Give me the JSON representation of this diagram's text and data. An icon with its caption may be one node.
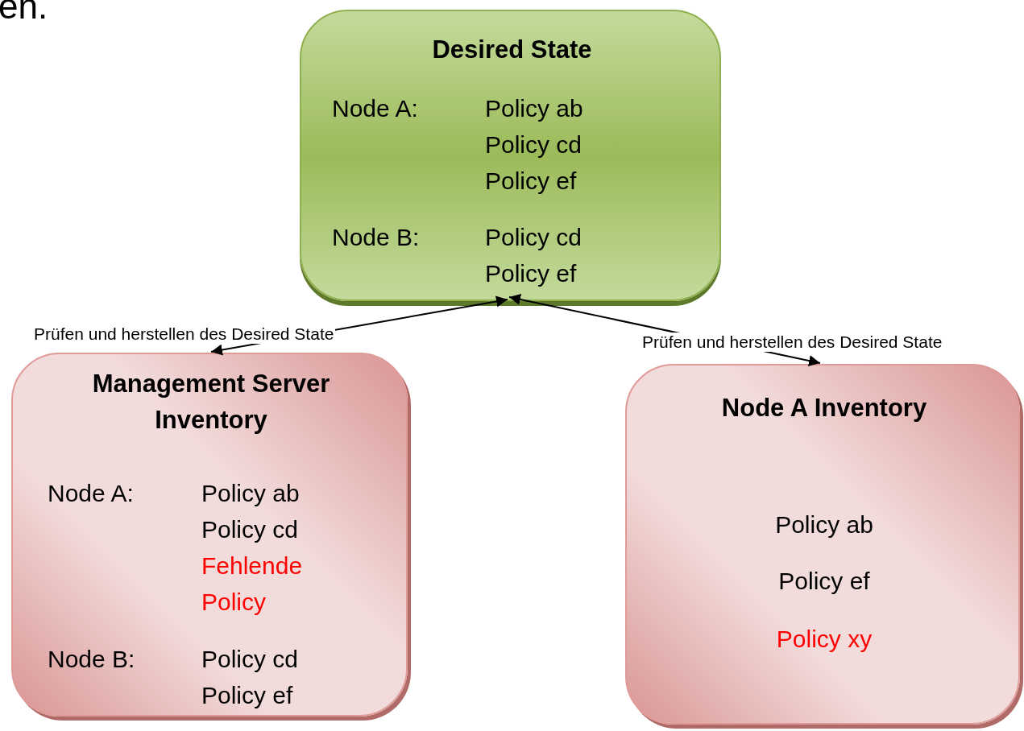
{
  "diagram": {
    "nodes": [
      {
        "text": [
          "Desired State",
          "Node A:",
          "Policy ab Policy cd Policy ef",
          "Node B:",
          "Policy cd Policy ef"
        ]
      },
      {
        "text": [
          "Management Server Inventory",
          "Node A:",
          "Policy ab Policy cd",
          "Fehlende Policy",
          "Node B:",
          "Policy cd Policy ef"
        ]
      },
      {
        "text": [
          "Node A Inventory",
          "Policy ab",
          "Policy ef",
          "Policy xy"
        ]
      }
    ],
    "edges": [
      {
        "from": 0,
        "to": 1,
        "arrow": "both",
        "label": "Prüfen und herstellen des Desired State"
      },
      {
        "from": 0,
        "to": 2,
        "arrow": "both",
        "label": "Prüfen und herstellen des Desired State"
      }
    ],
    "labels": [
      "en."
    ]
  }
}
